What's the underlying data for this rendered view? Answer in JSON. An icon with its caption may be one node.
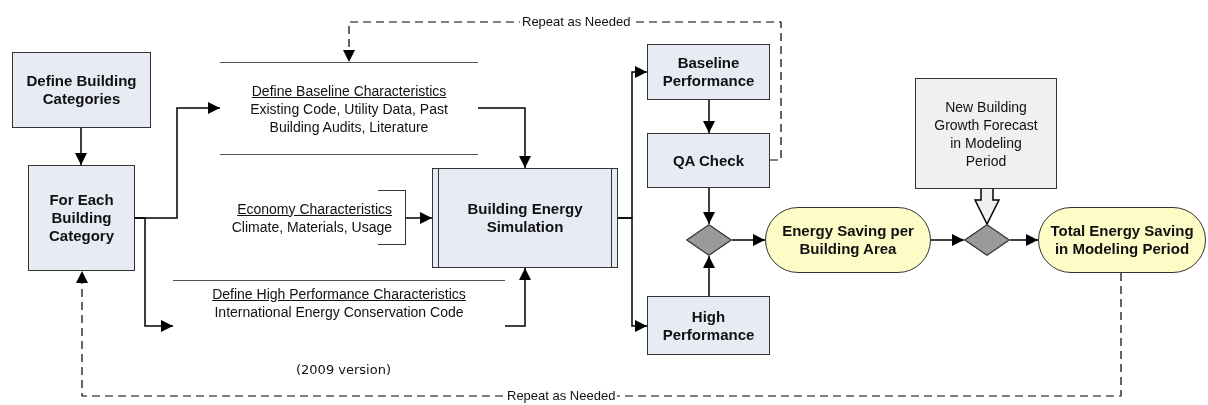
{
  "diagram": {
    "nodes": [
      {
        "text": [
          "Define Building Categories"
        ]
      },
      {
        "text": [
          "For Each Building Category"
        ]
      },
      {
        "text": [
          "Define Baseline Characteristics",
          "Existing Code, Utility Data, Past Building Audits, Literature"
        ]
      },
      {
        "text": [
          "Economy Characteristics",
          "Climate, Materials, Usage"
        ]
      },
      {
        "text": [
          "Define High Performance Characteristics",
          "International Energy Conservation Code"
        ]
      },
      {
        "text": [
          "Building Energy Simulation"
        ]
      },
      {
        "text": [
          "Baseline Performance"
        ]
      },
      {
        "text": [
          "QA Check"
        ]
      },
      {
        "text": [],
        "shape": "diamond"
      },
      {
        "text": [
          "High Performance"
        ]
      },
      {
        "text": [
          "Energy Saving per Building Area"
        ]
      },
      {
        "text": [
          "New Building Growth Forecast in Modeling Period"
        ]
      },
      {
        "text": [],
        "shape": "diamond"
      },
      {
        "text": [
          "Total Energy Saving in Modeling Period"
        ]
      }
    ],
    "edges": [
      {
        "from": 0,
        "to": 1,
        "arrow": "to"
      },
      {
        "from": 1,
        "to": 2,
        "arrow": "to"
      },
      {
        "from": 1,
        "to": 4,
        "arrow": "to"
      },
      {
        "from": 2,
        "to": 5,
        "arrow": "to"
      },
      {
        "from": 3,
        "to": 5,
        "arrow": "to"
      },
      {
        "from": 4,
        "to": 5,
        "arrow": "to"
      },
      {
        "from": 5,
        "to": 6,
        "arrow": "to"
      },
      {
        "from": 5,
        "to": 9,
        "arrow": "to"
      },
      {
        "from": 6,
        "to": 7,
        "arrow": "to"
      },
      {
        "from": 7,
        "to": 8,
        "arrow": "to"
      },
      {
        "from": 9,
        "to": 8,
        "arrow": "to"
      },
      {
        "from": 7,
        "to": 2,
        "arrow": "to",
        "style": "dashed",
        "label": "Repeat as Needed"
      },
      {
        "from": 8,
        "to": 10,
        "arrow": "to"
      },
      {
        "from": 10,
        "to": 12,
        "arrow": "to"
      },
      {
        "from": 11,
        "to": 12,
        "arrow": "to",
        "style": "thick"
      },
      {
        "from": 12,
        "to": 13,
        "arrow": "to"
      },
      {
        "from": 13,
        "to": 1,
        "arrow": "to",
        "style": "dashed",
        "label": "Repeat as Needed"
      }
    ],
    "labels": [
      "(2009 version)"
    ]
  }
}
